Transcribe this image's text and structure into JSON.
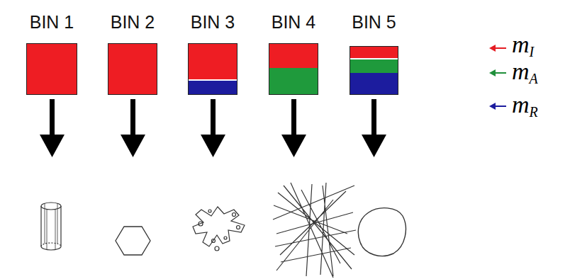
{
  "diagram": {
    "nodes": [
      {
        "text": [
          "BIN 1"
        ]
      },
      {
        "text": [
          "BIN 2"
        ]
      },
      {
        "text": [
          "BIN 3"
        ]
      },
      {
        "text": [
          "BIN 4"
        ]
      },
      {
        "text": [
          "BIN 5"
        ]
      }
    ],
    "labels": [
      "mI",
      "mA",
      "mR"
    ]
  }
}
